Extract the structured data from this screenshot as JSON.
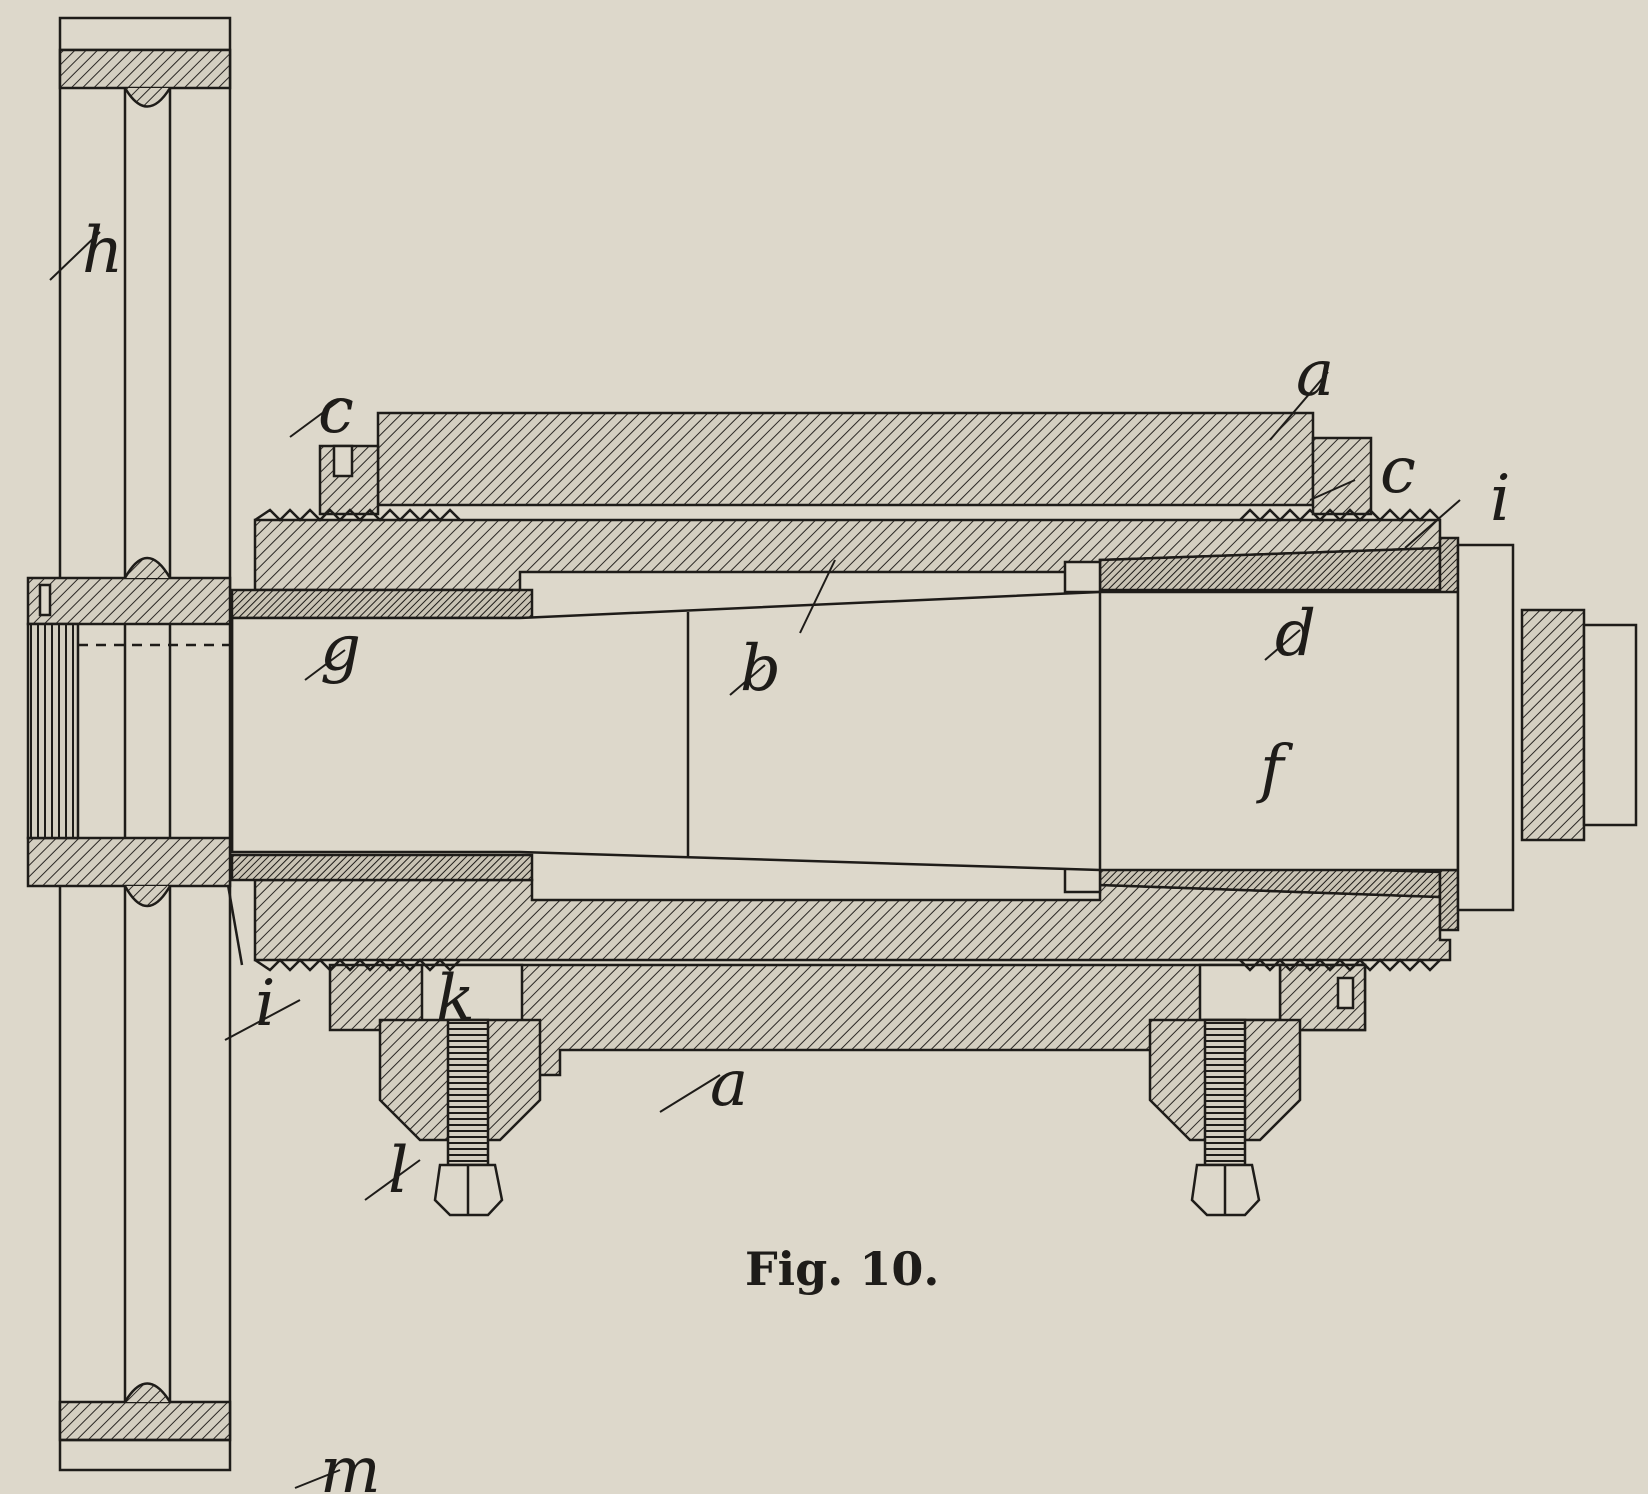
{
  "figure": {
    "caption": "Fig. 10.",
    "parts": {
      "h": "h",
      "c_left": "c",
      "c_right": "c",
      "a_top": "a",
      "a_bottom": "a",
      "i_right": "i",
      "i_left": "i",
      "g": "g",
      "b": "b",
      "d": "d",
      "f": "f",
      "k": "k",
      "l": "l",
      "m": "m"
    }
  }
}
